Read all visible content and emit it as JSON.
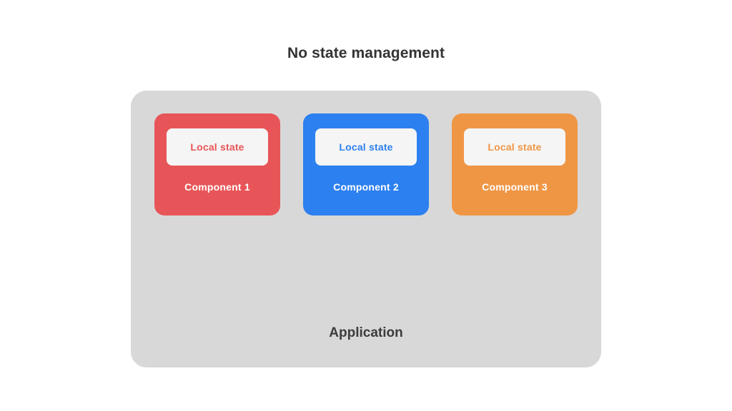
{
  "page": {
    "background_color": "#ffffff",
    "title": "No state management",
    "title_color": "#333333"
  },
  "application": {
    "label": "Application",
    "background_color": "#d8d8d8",
    "label_color": "#3c3c3c"
  },
  "components": [
    {
      "name": "Component 1",
      "local_state_label": "Local state",
      "accent_color": "#e85558",
      "state_box_color": "#f5f5f5",
      "label_color": "#ffffff"
    },
    {
      "name": "Component 2",
      "local_state_label": "Local state",
      "accent_color": "#2d80ef",
      "state_box_color": "#f5f5f5",
      "label_color": "#ffffff"
    },
    {
      "name": "Component 3",
      "local_state_label": "Local state",
      "accent_color": "#ef9645",
      "state_box_color": "#f5f5f5",
      "label_color": "#ffffff"
    }
  ]
}
